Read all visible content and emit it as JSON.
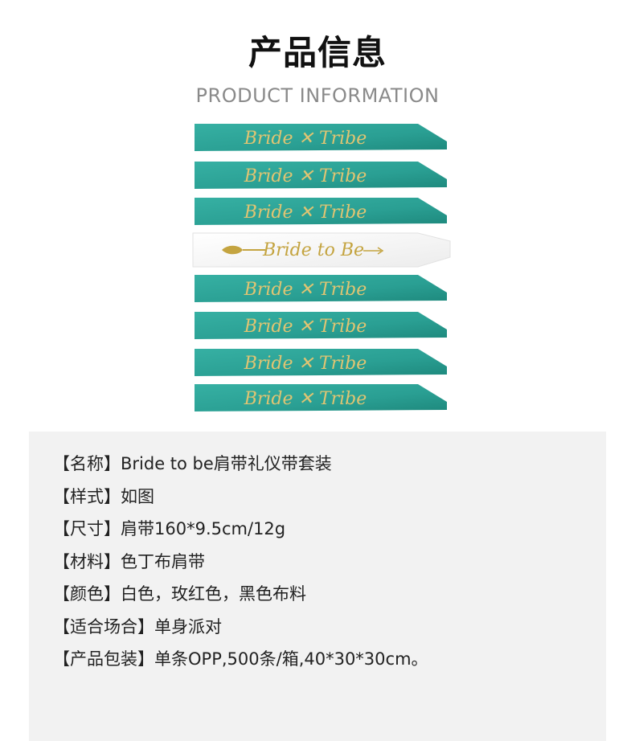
{
  "header": {
    "title_cn": "产品信息",
    "title_en": "PRODUCT INFORMATION"
  },
  "product_image": {
    "sash_texts": [
      "Bride ✕ Tribe",
      "Bride ✕ Tribe",
      "Bride ✕ Tribe",
      "Bride to Be",
      "Bride ✕ Tribe",
      "Bride ✕ Tribe",
      "Bride ✕ Tribe",
      "Bride ✕ Tribe"
    ],
    "colors": {
      "teal": "#2fa79a",
      "teal_dark": "#1f8c80",
      "white": "#ffffff",
      "gold": "#e0c472"
    }
  },
  "info": {
    "rows": [
      "【名称】Bride to be肩带礼仪带套装",
      "【样式】如图",
      "【尺寸】肩带160*9.5cm/12g",
      "【材料】色丁布肩带",
      "【颜色】白色，玫红色，黑色布料",
      "【适合场合】单身派对",
      "【产品包装】单条OPP,500条/箱,40*30*30cm。"
    ]
  }
}
